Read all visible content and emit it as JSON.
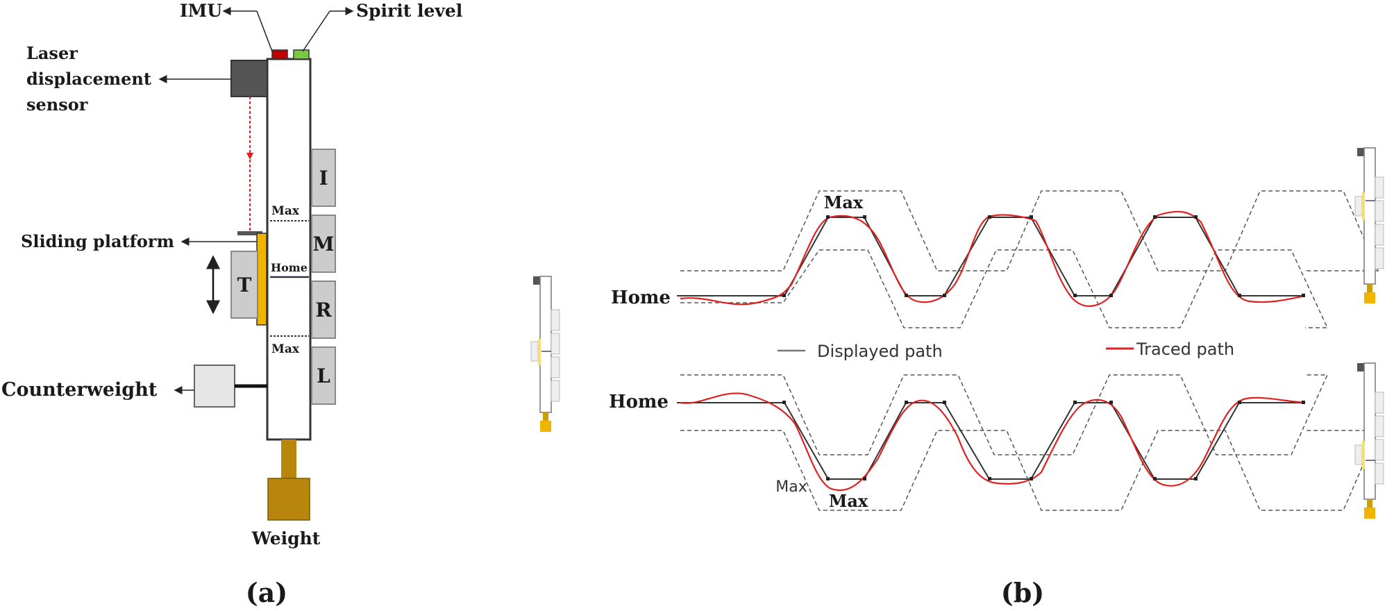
{
  "panel_a": {
    "imu": "IMU",
    "spirit_level": "Spirit level",
    "laser_line1": "Laser",
    "laser_line2": "displacement",
    "laser_line3": "sensor",
    "sliding_platform": "Sliding platform",
    "counterweight": "Counterweight",
    "weight": "Weight",
    "max_top": "Max",
    "home": "Home",
    "max_bottom": "Max",
    "box_t": "T",
    "box_i": "I",
    "box_m": "M",
    "box_r": "R",
    "box_l": "L",
    "caption": "(a)"
  },
  "panel_b": {
    "home_top": "Home",
    "home_bottom": "Home",
    "max_top": "Max",
    "max_bottom": "Max",
    "max_bottom_alt": "Max",
    "legend_displayed": "Displayed path",
    "legend_traced": "Traced path",
    "caption": "(b)"
  },
  "colors": {
    "imu_red": "#c00000",
    "level_green": "#7ac943",
    "platform_yellow": "#f0b400",
    "weight_gold": "#b8860b",
    "traced_red": "#e02020",
    "displayed_gray": "#444444"
  }
}
